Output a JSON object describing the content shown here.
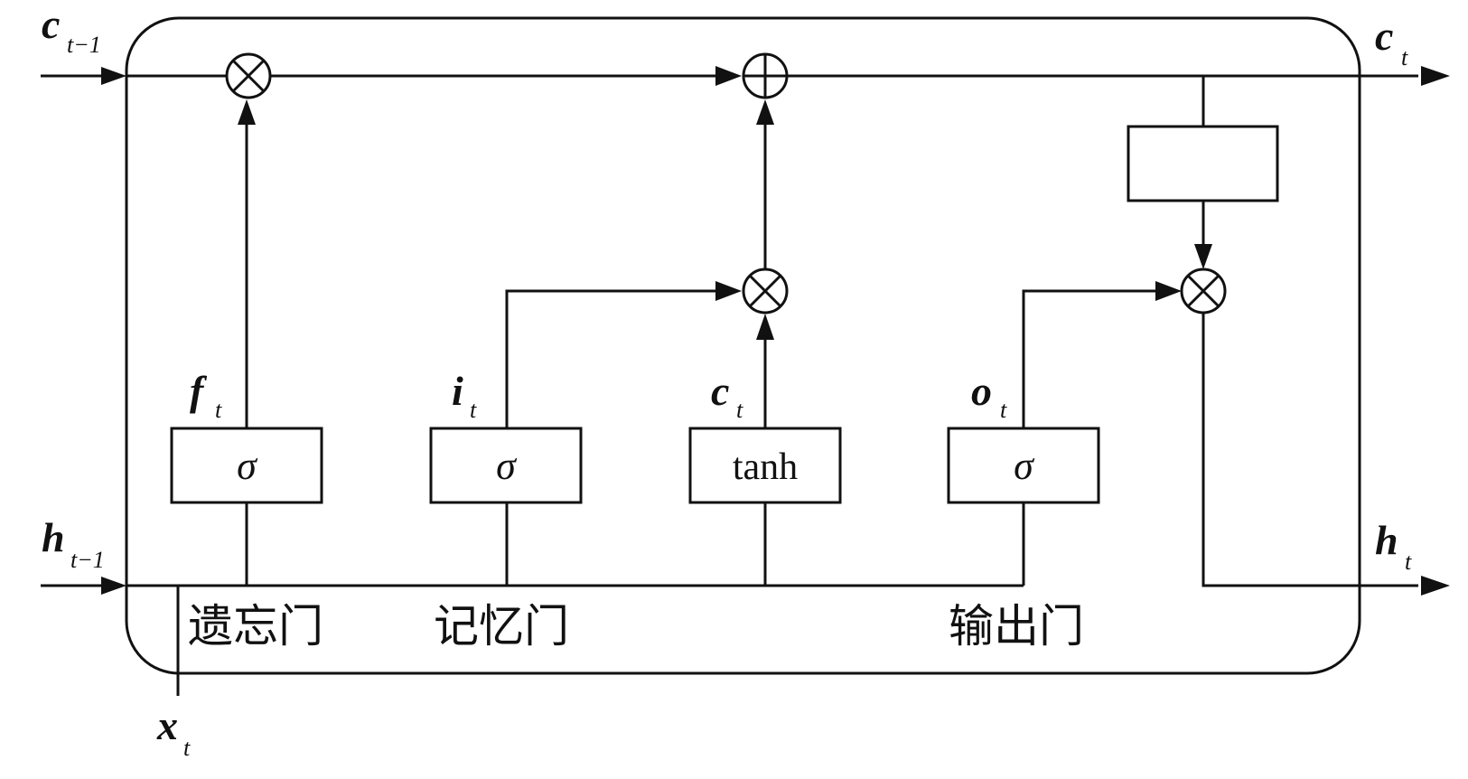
{
  "inputs": {
    "c_prev": {
      "symbol": "c",
      "sub": "t−1"
    },
    "h_prev": {
      "symbol": "h",
      "sub": "t−1"
    },
    "x": {
      "symbol": "x",
      "sub": "t"
    }
  },
  "outputs": {
    "c": {
      "symbol": "c",
      "sub": "t"
    },
    "h": {
      "symbol": "h",
      "sub": "t"
    }
  },
  "gates": {
    "forget": {
      "symbol": "f",
      "sub": "t",
      "func": "σ",
      "label": "遗忘门"
    },
    "input": {
      "symbol": "i",
      "sub": "t",
      "func": "σ",
      "label": "记忆门"
    },
    "candidate": {
      "symbol": "c",
      "sub": "t",
      "func": "tanh"
    },
    "output": {
      "symbol": "o",
      "sub": "t",
      "func": "σ",
      "label": "输出门"
    }
  },
  "operators": {
    "multiply": "⊗",
    "add": "⊕"
  }
}
